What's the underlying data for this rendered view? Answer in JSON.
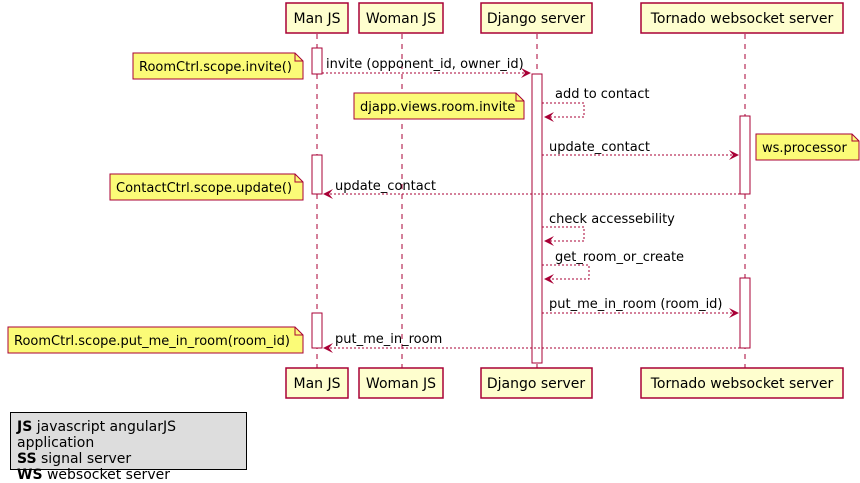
{
  "participants": [
    {
      "id": "man",
      "label": "Man JS"
    },
    {
      "id": "woman",
      "label": "Woman JS"
    },
    {
      "id": "django",
      "label": "Django server"
    },
    {
      "id": "tornado",
      "label": "Tornado websocket server"
    }
  ],
  "messages": {
    "invite": "invite (opponent_id, owner_id)",
    "add_contact": "add to contact",
    "update_contact_1": "update_contact",
    "update_contact_2": "update_contact",
    "check": "check accessebility",
    "get_room": "get_room_or_create",
    "put_me": "put_me_in_room (room_id)",
    "put_me_back": "put_me_in_room"
  },
  "notes": {
    "roomctrl_invite": "RoomCtrl.scope.invite()",
    "djapp_invite": "djapp.views.room.invite",
    "ws_processor": "ws.processor",
    "contactctrl_update": "ContactCtrl.scope.update()",
    "roomctrl_put": "RoomCtrl.scope.put_me_in_room(room_id)"
  },
  "legend": [
    {
      "abbr": "JS",
      "text": "javascript angularJS application"
    },
    {
      "abbr": "SS",
      "text": "signal server"
    },
    {
      "abbr": "WS",
      "text": "websocket server"
    }
  ],
  "colors": {
    "participant_fill": "#FEFECE",
    "participant_border": "#A80036",
    "note_fill": "#FBFB77",
    "lifeline": "#A80036",
    "legend_fill": "#DDDDDD"
  }
}
